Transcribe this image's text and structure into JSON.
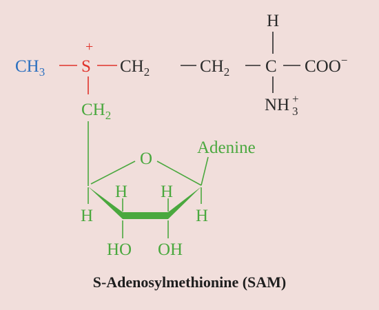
{
  "molecule": {
    "methyl": {
      "main": "CH",
      "sub": "3"
    },
    "sulfonium": {
      "atom": "S",
      "charge": "+"
    },
    "methylene_1": {
      "main": "CH",
      "sub": "2"
    },
    "methylene_2": {
      "main": "CH",
      "sub": "2"
    },
    "alpha_carbon": {
      "atom": "C",
      "hydrogen": "H"
    },
    "carboxylate": {
      "main": "COO",
      "charge": "−"
    },
    "amino": {
      "main": "NH",
      "sub": "3",
      "charge": "+"
    },
    "ribose_link": {
      "main": "CH",
      "sub": "2"
    },
    "ring_oxygen": "O",
    "base": "Adenine",
    "ring_h_left": "H",
    "ring_h_c2": "H",
    "ring_h_c3": "H",
    "ring_h_right": "H",
    "hydroxyl_left": "HO",
    "hydroxyl_right": "OH"
  },
  "caption": "S-Adenosylmethionine (SAM)",
  "colors": {
    "background": "#f1dedb",
    "methyl": "#2a6fbf",
    "sulfur": "#e0322a",
    "ribose": "#4aa83e",
    "text": "#2a2a2a"
  }
}
